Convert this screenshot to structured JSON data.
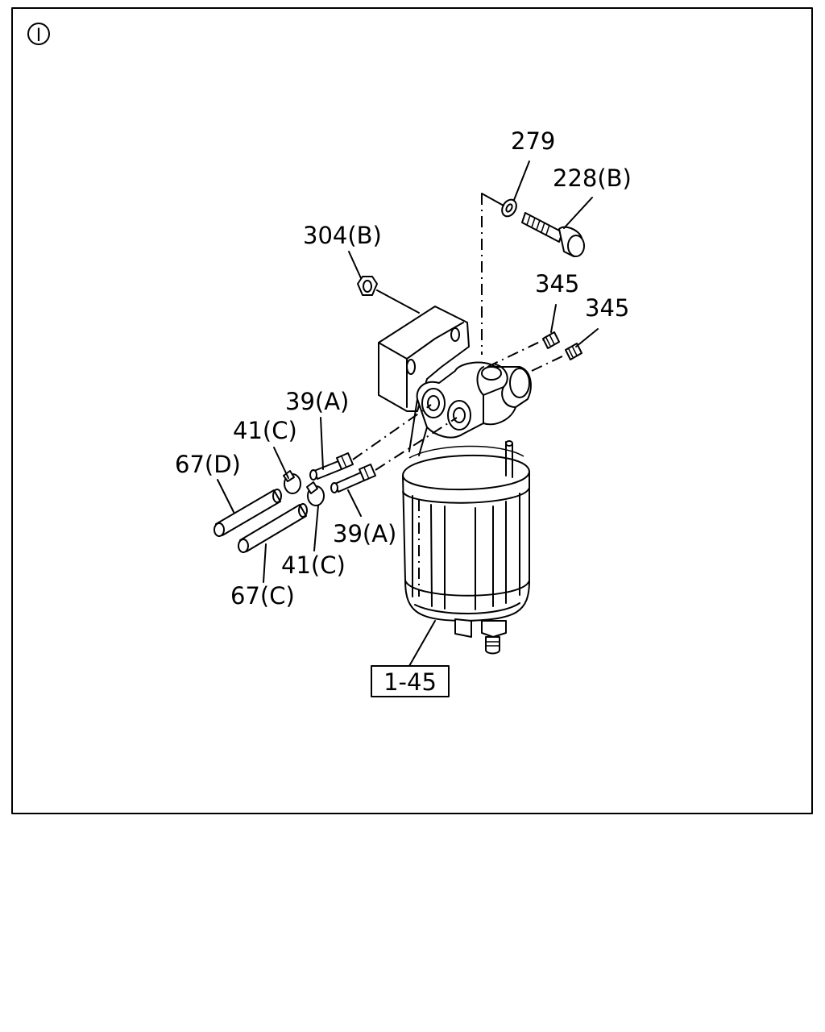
{
  "view_marker": "I",
  "callouts": {
    "c279": "279",
    "c228b": "228(B)",
    "c304b": "304(B)",
    "c345a": "345",
    "c345b": "345",
    "c39a_top": "39(A)",
    "c41c_top": "41(C)",
    "c67d": "67(D)",
    "c39a_bottom": "39(A)",
    "c41c_bottom": "41(C)",
    "c67c": "67(C)",
    "c1_45": "1-45"
  }
}
